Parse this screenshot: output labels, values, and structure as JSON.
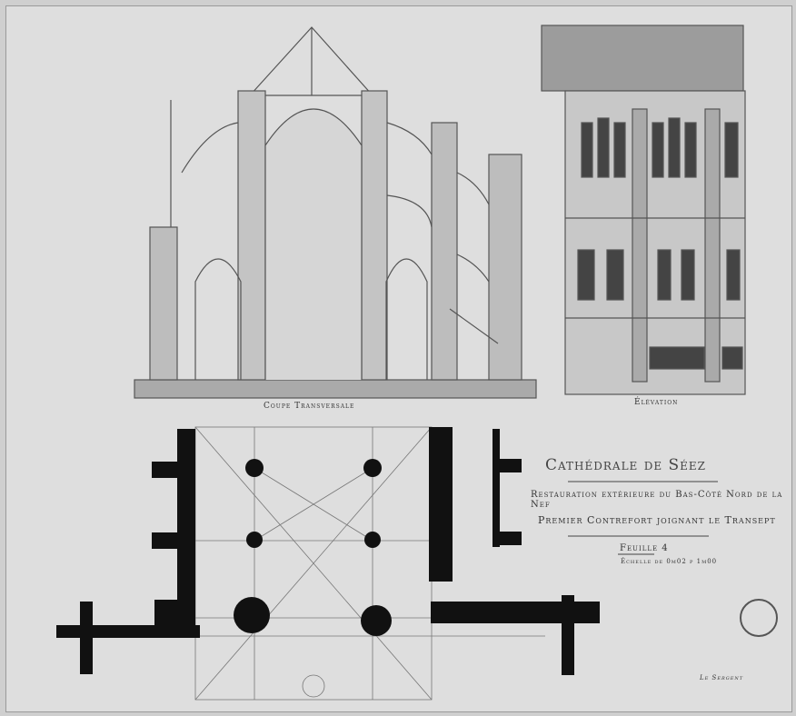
{
  "drawing": {
    "section_caption": "Coupe Transversale",
    "elevation_caption": "Élévation",
    "title": "Cathédrale de Séez",
    "subtitle": "Restauration extérieure du Bas-Côté Nord de la Nef",
    "subtitle2": "Premier Contrefort joignant le Transept",
    "sheet": "Feuille 4",
    "scale": "Échelle de 0m02 p 1m00",
    "signature": "Le Sergent"
  }
}
